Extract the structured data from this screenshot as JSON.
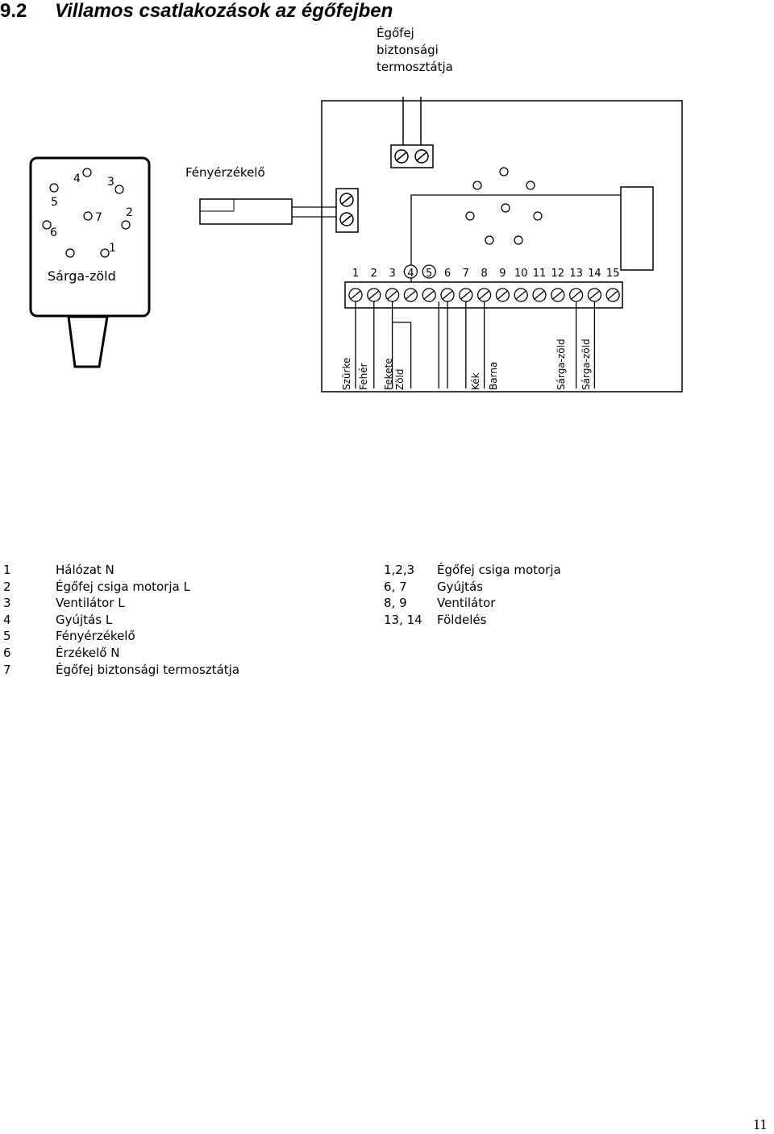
{
  "section": {
    "number": "9.2",
    "title": "Villamos csatlakozások az égőfejben"
  },
  "thermostat_label": [
    "Égőfej",
    "biztonsági",
    "termosztátja"
  ],
  "sensor_label": "Fényérzékelő",
  "plug_label": "Sárga-zöld",
  "plug_pins": [
    "1",
    "2",
    "3",
    "4",
    "5",
    "6",
    "7"
  ],
  "terminal_numbers": [
    "1",
    "2",
    "3",
    "4",
    "5",
    "6",
    "7",
    "8",
    "9",
    "10",
    "11",
    "12",
    "13",
    "14",
    "15"
  ],
  "wire_labels": [
    "Szürke",
    "Fehér",
    "Fekete",
    "Zöld",
    "Kék",
    "Barna",
    "Sárga-zöld",
    "Sárga-zöld"
  ],
  "legend_left": [
    {
      "code": "1",
      "text": "Hálózat  N"
    },
    {
      "code": "2",
      "text": "Égőfej csiga motorja L"
    },
    {
      "code": "3",
      "text": "Ventilátor L"
    },
    {
      "code": "4",
      "text": "Gyújtás L"
    },
    {
      "code": "5",
      "text": "Fényérzékelő"
    },
    {
      "code": "6",
      "text": "Érzékelő N"
    },
    {
      "code": "7",
      "text": "Égőfej biztonsági termosztátja"
    }
  ],
  "legend_right": [
    {
      "code": "1,2,3",
      "text": "Égőfej csiga motorja"
    },
    {
      "code": "6, 7",
      "text": "Gyújtás"
    },
    {
      "code": "8, 9",
      "text": "Ventilátor"
    },
    {
      "code": "13, 14",
      "text": "Földelés"
    }
  ],
  "page_number": "11"
}
